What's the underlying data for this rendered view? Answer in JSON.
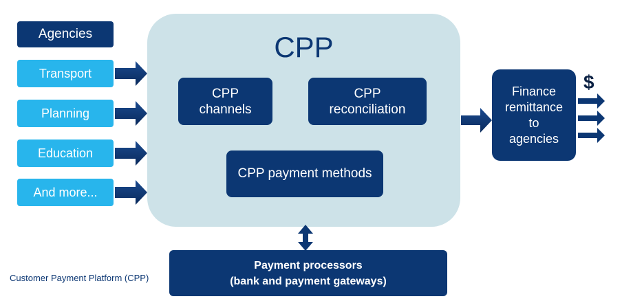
{
  "agencies": {
    "header": "Agencies",
    "items": [
      "Transport",
      "Planning",
      "Education",
      "And more..."
    ]
  },
  "cpp": {
    "title": "CPP",
    "channels": "CPP\nchannels",
    "reconciliation": "CPP\nreconciliation",
    "payment_methods": "CPP payment methods"
  },
  "finance": {
    "label": "Finance\nremittance\nto\nagencies",
    "currency_symbol": "$"
  },
  "processors": {
    "label": "Payment processors\n(bank and payment gateways)"
  },
  "caption": "Customer Payment Platform (CPP)",
  "colors": {
    "dark_blue": "#0c3773",
    "light_blue": "#28b5ec",
    "panel": "#cde2e8"
  }
}
